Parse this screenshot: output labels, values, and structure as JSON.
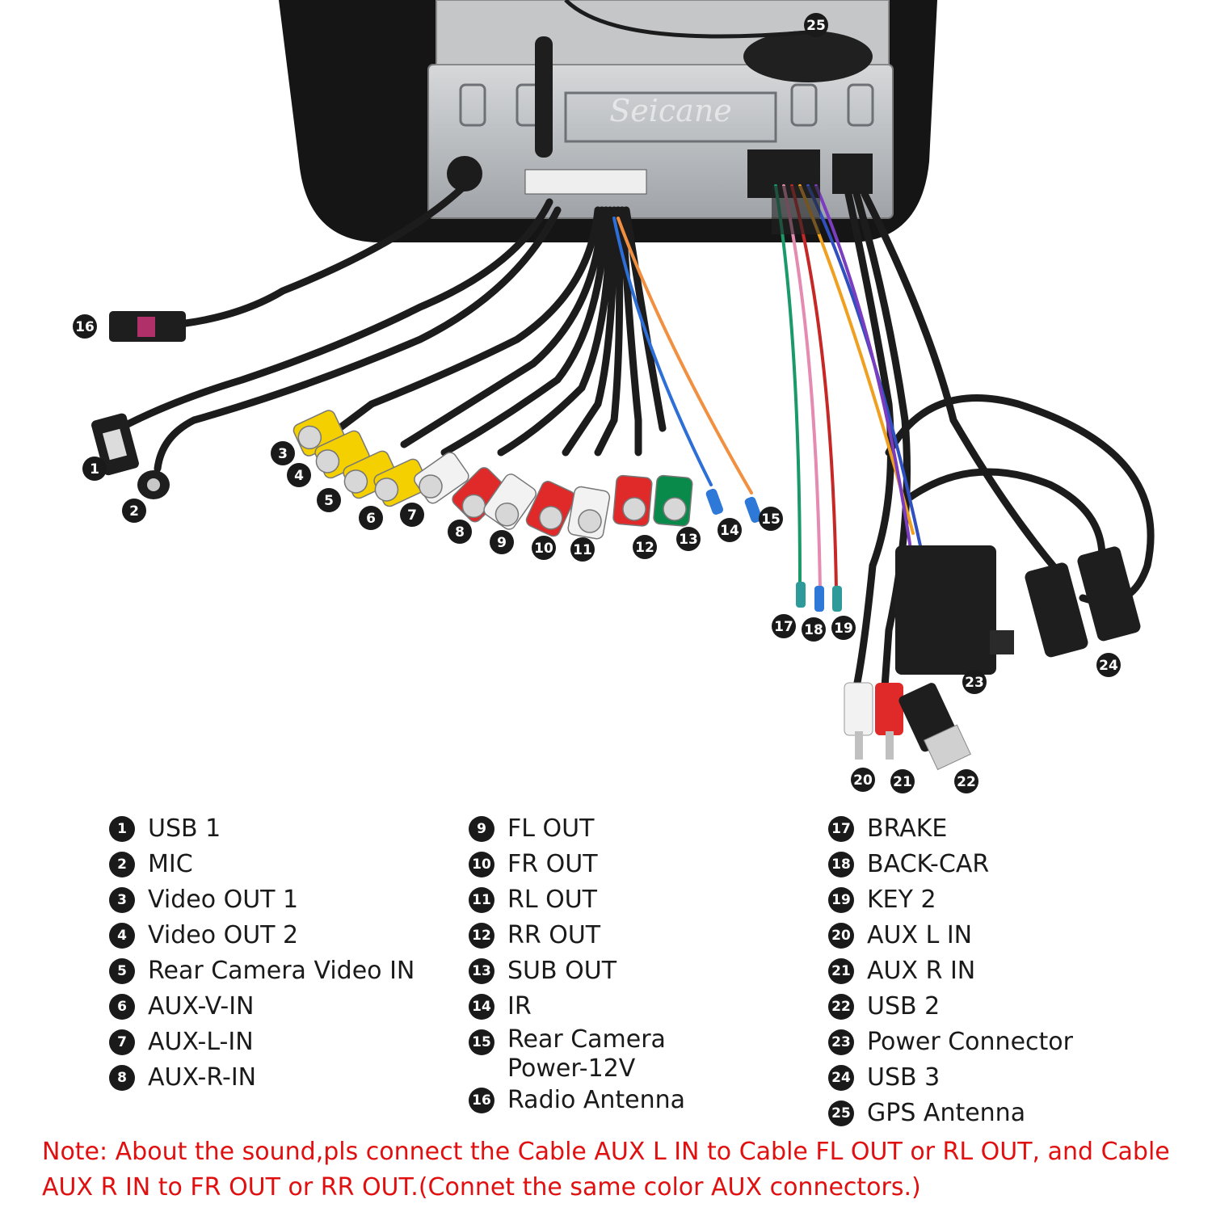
{
  "photo": {
    "watermark": "Seicane",
    "callouts": [
      "1",
      "2",
      "3",
      "4",
      "5",
      "6",
      "7",
      "8",
      "9",
      "10",
      "11",
      "12",
      "13",
      "14",
      "15",
      "16",
      "17",
      "18",
      "19",
      "20",
      "21",
      "22",
      "23",
      "24",
      "25"
    ]
  },
  "legend": {
    "col1": [
      {
        "num": "1",
        "label": "USB 1"
      },
      {
        "num": "2",
        "label": "MIC"
      },
      {
        "num": "3",
        "label": "Video OUT 1"
      },
      {
        "num": "4",
        "label": "Video OUT 2"
      },
      {
        "num": "5",
        "label": "Rear Camera Video IN"
      },
      {
        "num": "6",
        "label": "AUX-V-IN"
      },
      {
        "num": "7",
        "label": "AUX-L-IN"
      },
      {
        "num": "8",
        "label": "AUX-R-IN"
      }
    ],
    "col2": [
      {
        "num": "9",
        "label": "FL OUT"
      },
      {
        "num": "10",
        "label": "FR OUT"
      },
      {
        "num": "11",
        "label": "RL OUT"
      },
      {
        "num": "12",
        "label": "RR OUT"
      },
      {
        "num": "13",
        "label": "SUB OUT"
      },
      {
        "num": "14",
        "label": "IR"
      },
      {
        "num": "15",
        "label": "Rear Camera\nPower-12V"
      },
      {
        "num": "16",
        "label": "Radio Antenna"
      }
    ],
    "col3": [
      {
        "num": "17",
        "label": "BRAKE"
      },
      {
        "num": "18",
        "label": "BACK-CAR"
      },
      {
        "num": "19",
        "label": "KEY 2"
      },
      {
        "num": "20",
        "label": "AUX L IN"
      },
      {
        "num": "21",
        "label": "AUX R IN"
      },
      {
        "num": "22",
        "label": "USB 2"
      },
      {
        "num": "23",
        "label": "Power Connector"
      },
      {
        "num": "24",
        "label": "USB 3"
      },
      {
        "num": "25",
        "label": "GPS Antenna"
      }
    ]
  },
  "note": "Note: About the sound,pls connect the Cable AUX L IN to Cable FL OUT or RL OUT, and Cable AUX R IN to FR OUT or RR OUT.(Connet the same color AUX connectors.)",
  "colors": {
    "note": "#e01010",
    "badge": "#1a1a1a",
    "unit_body": "#b9bcbf",
    "cable": "#1c1c1c",
    "rca_red": "#e02a2a",
    "rca_white": "#f2f2f2",
    "rca_yellow": "#f5d000",
    "rca_green": "#0a8a4a",
    "fakra_pink": "#b0306a"
  }
}
